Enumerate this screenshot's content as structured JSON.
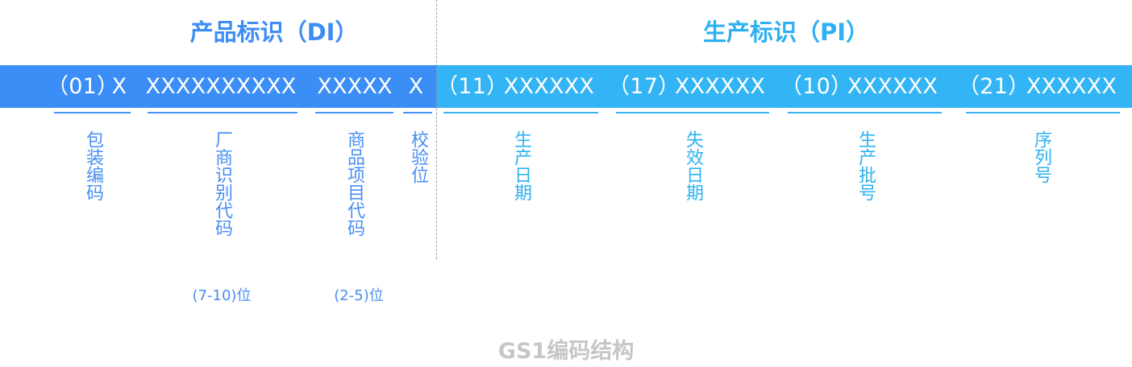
{
  "titles": {
    "di": "产品标识（DI）",
    "pi": "生产标识（PI）"
  },
  "codes": {
    "ai01": "（01）",
    "pkg": "X",
    "company": "XXXXXXXXXX",
    "item": "XXXXX",
    "check": "X",
    "ai11": "（11）",
    "prod_date": "XXXXXX",
    "ai17": "（17）",
    "exp_date": "XXXXXX",
    "ai10": "（10）",
    "batch": "XXXXXX",
    "ai21": "（21）",
    "serial": "XXXXXX"
  },
  "labels": {
    "packaging_code": "包装编码",
    "company_prefix": "厂商识别代码",
    "item_reference": "商品项目代码",
    "check_digit": "校验位",
    "production_date": "生产日期",
    "expiry_date": "失效日期",
    "batch_number": "生产批号",
    "serial_number": "序列号"
  },
  "digit_notes": {
    "company_prefix": "(7-10)位",
    "item_reference": "(2-5)位"
  },
  "caption": "GS1编码结构",
  "colors": {
    "di_blue": "#3a8ef6",
    "pi_blue": "#33b4f4",
    "caption_gray": "#c6c6c6"
  }
}
